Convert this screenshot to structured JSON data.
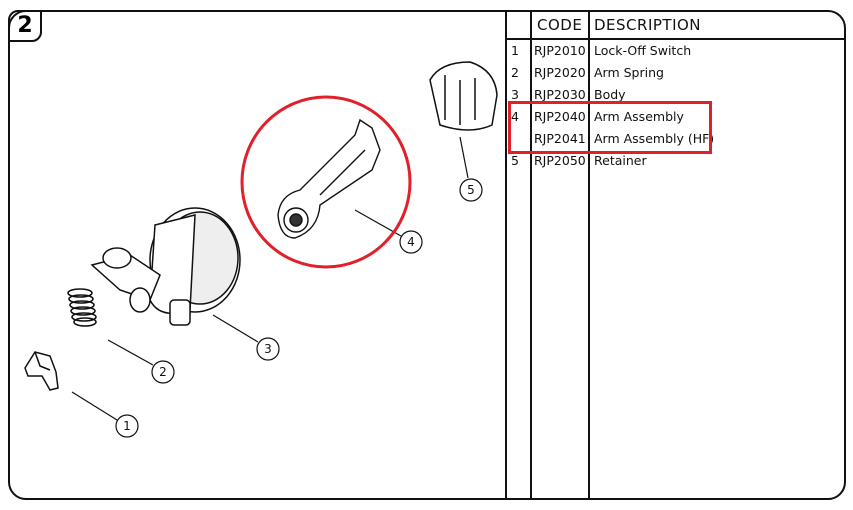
{
  "figure_number": "2",
  "table": {
    "headers": {
      "num": "",
      "code": "CODE",
      "description": "DESCRIPTION"
    },
    "rows": [
      {
        "num": "1",
        "code": "RJP2010",
        "description": "Lock-Off Switch"
      },
      {
        "num": "2",
        "code": "RJP2020",
        "description": "Arm Spring"
      },
      {
        "num": "3",
        "code": "RJP2030",
        "description": "Body"
      },
      {
        "num": "4",
        "code": "RJP2040",
        "description": "Arm Assembly"
      },
      {
        "num": "",
        "code": "RJP2041",
        "description": "Arm Assembly (HF)"
      },
      {
        "num": "5",
        "code": "RJP2050",
        "description": "Retainer"
      }
    ]
  },
  "callouts": [
    "1",
    "2",
    "3",
    "4",
    "5"
  ],
  "highlight_color": "#e0202a"
}
